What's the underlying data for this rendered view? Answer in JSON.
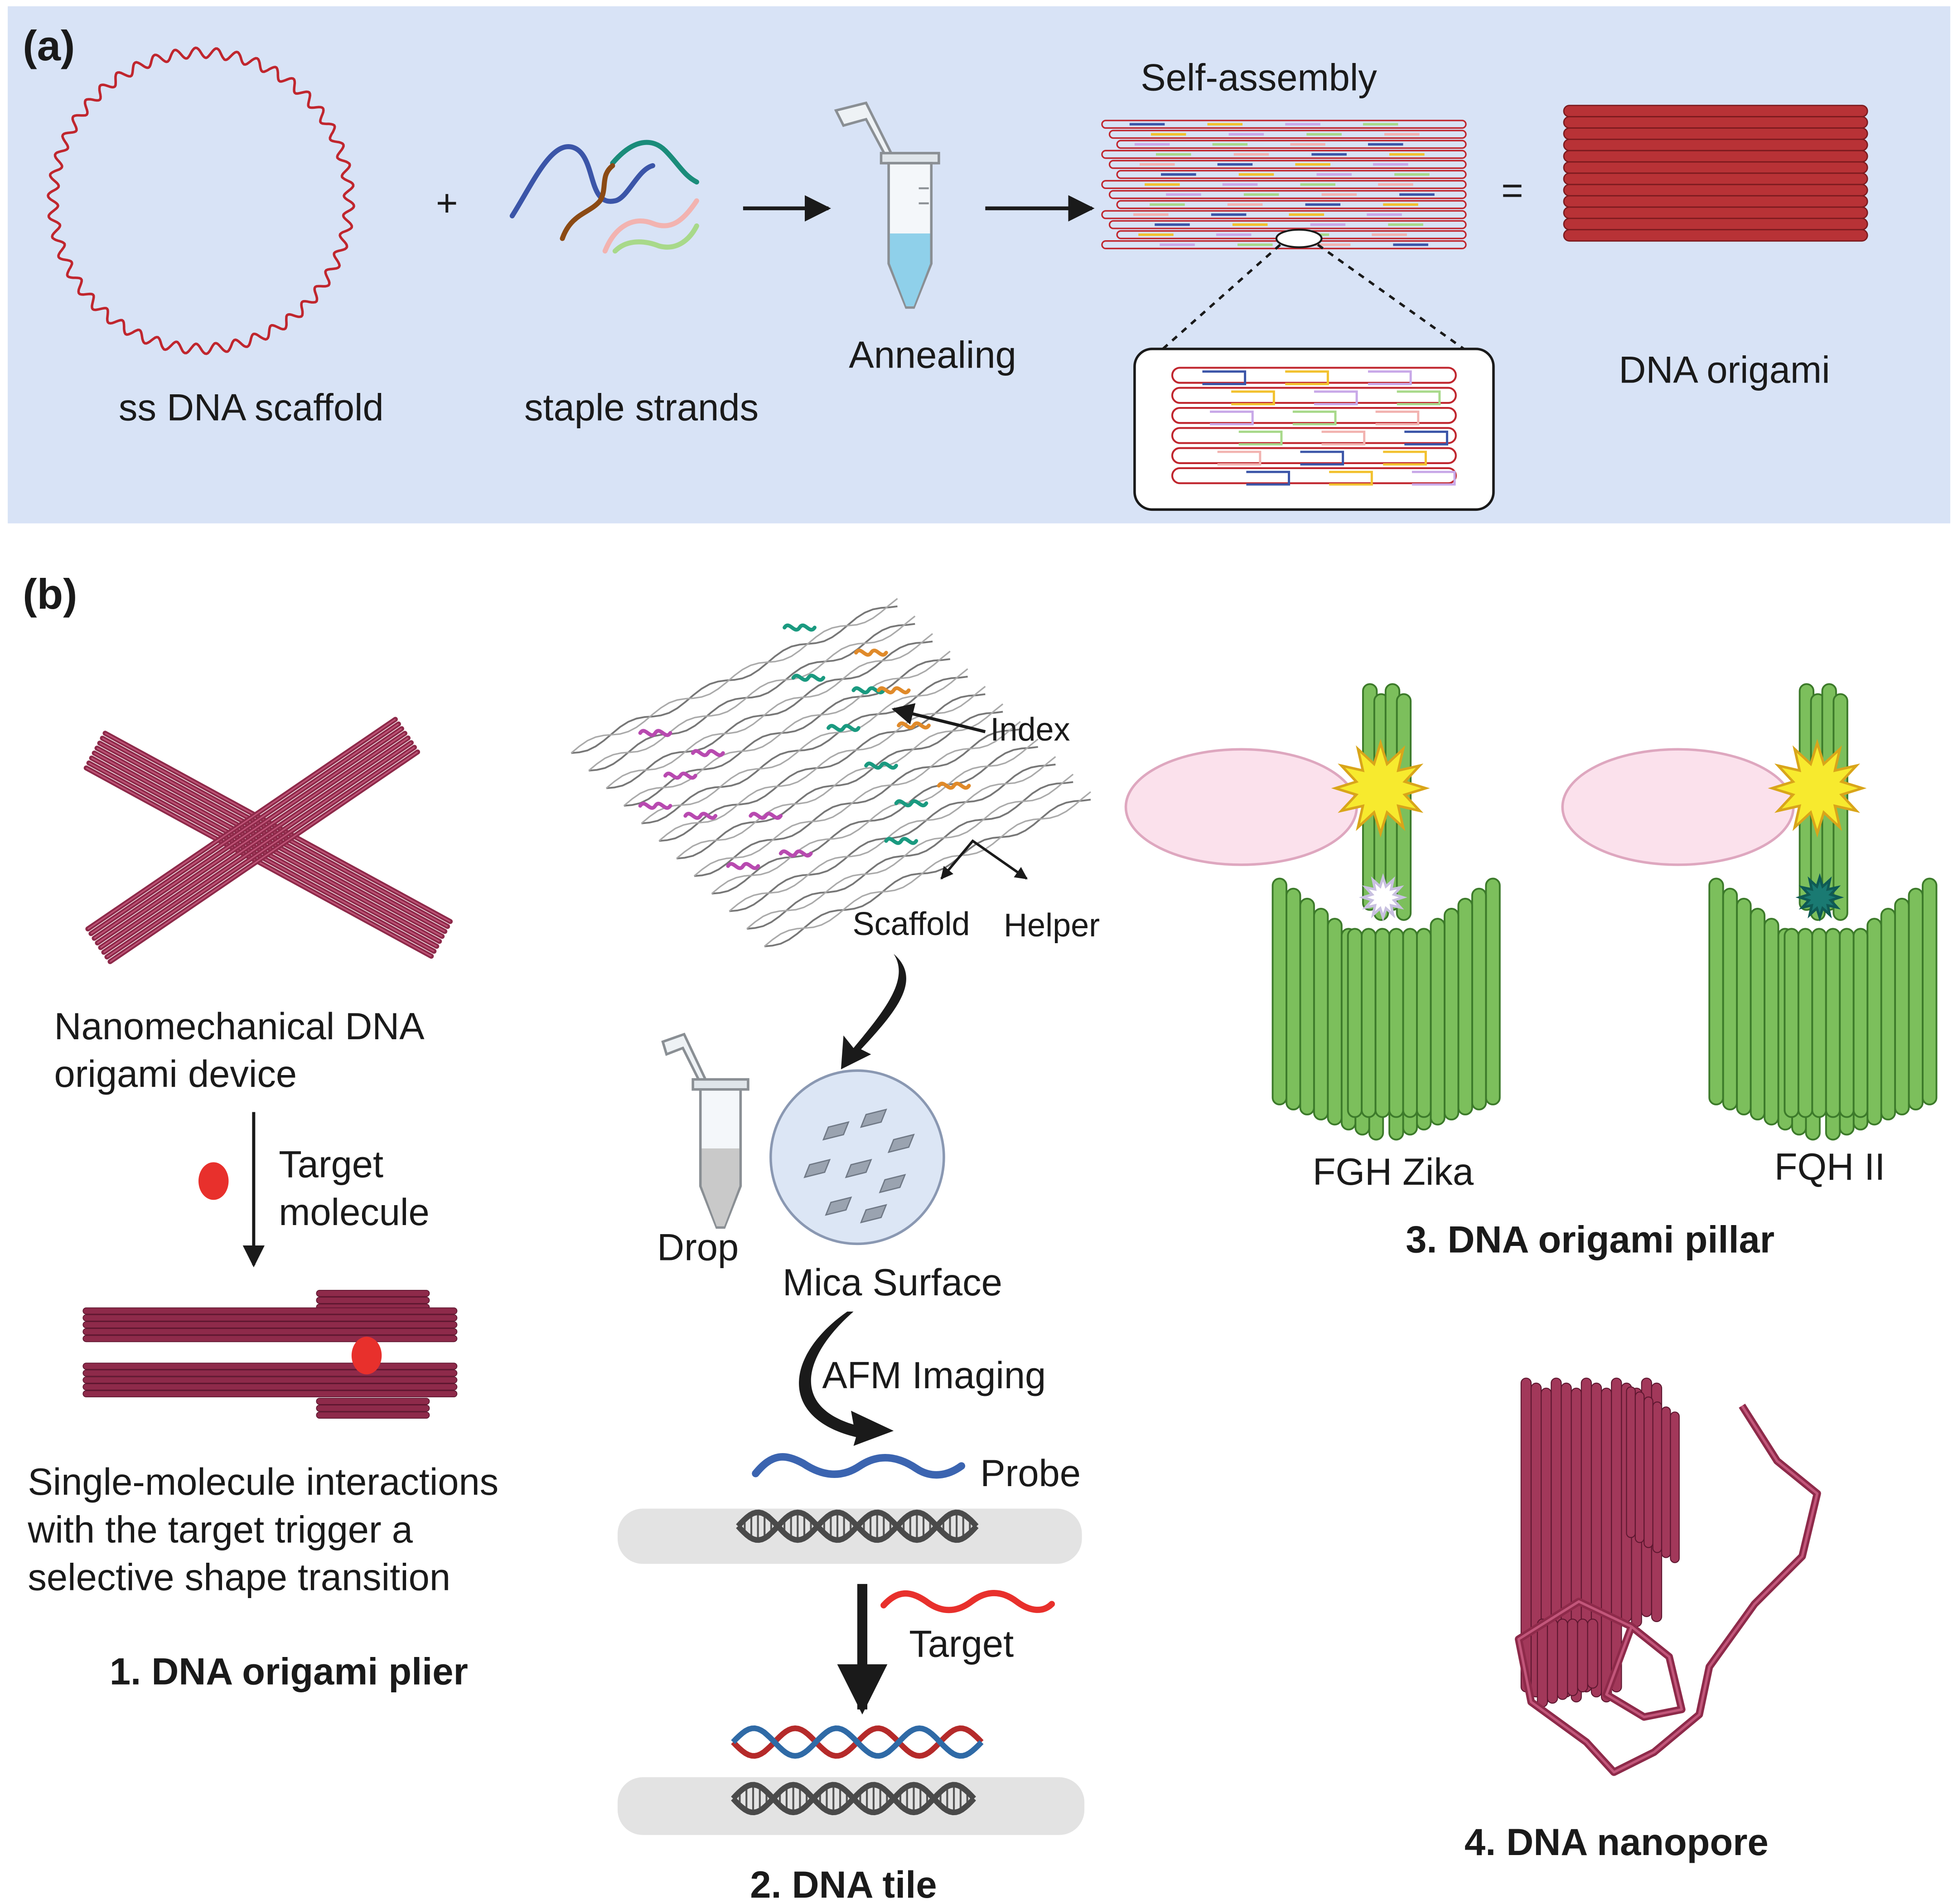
{
  "panel_a": {
    "tag": "(a)",
    "background": "#d8e3f6",
    "scaffold_label": "ss DNA scaffold",
    "plus": "+",
    "staples_label": "staple strands",
    "annealing_label": "Annealing",
    "selfassembly_label": "Self-assembly",
    "equals": "=",
    "origami_label": "DNA origami"
  },
  "panel_b": {
    "tag": "(b)",
    "plier": {
      "device_label_1": "Nanomechanical DNA",
      "device_label_2": "origami device",
      "target_1": "Target",
      "target_2": "molecule",
      "desc_1": "Single-molecule interactions",
      "desc_2": "with the target trigger a",
      "desc_3": "selective shape transition",
      "title": "1.  DNA origami plier"
    },
    "tile": {
      "index": "Index",
      "scaffold": "Scaffold",
      "helper": "Helper",
      "drop": "Drop",
      "mica": "Mica Surface",
      "afm": "AFM Imaging",
      "probe": "Probe",
      "target": "Target",
      "title": "2.  DNA tile"
    },
    "pillar": {
      "left_label": "FGH Zika",
      "right_label": "FQH II",
      "title": "3. DNA origami pillar"
    },
    "nanopore": {
      "title": "4. DNA nanopore"
    }
  },
  "colors": {
    "scaffold_red": "#c0262e",
    "origami_red": "#b83236",
    "plier_maroon": "#8e2a4a",
    "pillar_green": "#7cbf5c",
    "probe_blue": "#3b64b0",
    "target_red": "#e8302c",
    "tube_liquid": "#8fd0ea",
    "star_yellow": "#f7ea2e"
  }
}
